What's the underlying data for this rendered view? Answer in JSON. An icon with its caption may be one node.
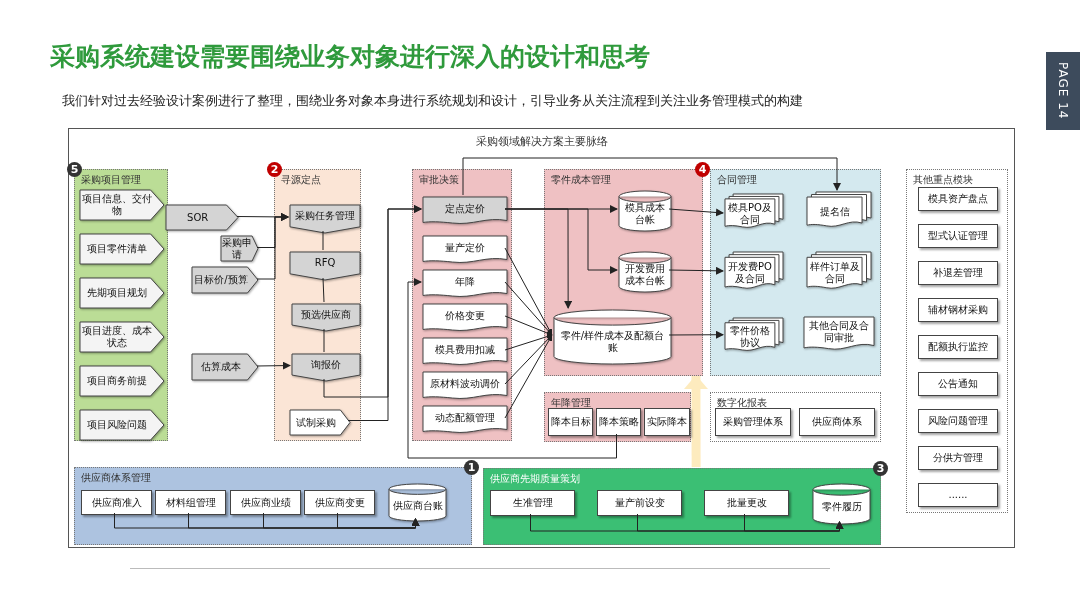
{
  "diagram": {
    "title": "采购系统建设需要围绕业务对象进行深入的设计和思考",
    "nodes": [
      {
        "text": [
          "采购领域解决方案主要脉络"
        ]
      },
      {
        "text": [
          "采购项目管理"
        ],
        "in": 0,
        "beside": [
          "5"
        ]
      },
      {
        "text": [
          "项目信息、交付物"
        ],
        "in": 1
      },
      {
        "text": [
          "项目零件清单"
        ],
        "in": 1
      },
      {
        "text": [
          "先期项目规划"
        ],
        "in": 1
      },
      {
        "text": [
          "项目进度、成本状态"
        ],
        "in": 1
      },
      {
        "text": [
          "项目商务前提"
        ],
        "in": 1
      },
      {
        "text": [
          "项目风险问题"
        ],
        "in": 1
      },
      {
        "text": [
          "SOR"
        ],
        "in": 0
      },
      {
        "text": [
          "采购申请"
        ],
        "in": 0
      },
      {
        "text": [
          "目标价/预算"
        ],
        "in": 0
      },
      {
        "text": [
          "估算成本"
        ],
        "in": 0
      },
      {
        "text": [
          "寻源定点"
        ],
        "in": 0,
        "beside": [
          "2"
        ]
      },
      {
        "text": [
          "采购任务管理"
        ],
        "in": 12
      },
      {
        "text": [
          "RFQ"
        ],
        "in": 12
      },
      {
        "text": [
          "预选供应商"
        ],
        "in": 12
      },
      {
        "text": [
          "询报价"
        ],
        "in": 12
      },
      {
        "text": [
          "试制采购"
        ],
        "in": 12
      },
      {
        "text": [
          "审批决策"
        ],
        "in": 0
      },
      {
        "text": [
          "定点定价"
        ],
        "in": 18
      },
      {
        "text": [
          "量产定价"
        ],
        "in": 18
      },
      {
        "text": [
          "年降"
        ],
        "in": 18
      },
      {
        "text": [
          "价格变更"
        ],
        "in": 18
      },
      {
        "text": [
          "模具费用扣减"
        ],
        "in": 18
      },
      {
        "text": [
          "原材料波动调价"
        ],
        "in": 18
      },
      {
        "text": [
          "动态配额管理"
        ],
        "in": 18
      },
      {
        "text": [
          "零件成本管理"
        ],
        "in": 0,
        "beside": [
          "4"
        ]
      },
      {
        "text": [
          "模具成本台帐"
        ],
        "in": 26
      },
      {
        "text": [
          "开发费用成本台帐"
        ],
        "in": 26
      },
      {
        "text": [
          "零件/样件成本及配额台账"
        ],
        "in": 26
      },
      {
        "text": [
          "年降管理"
        ],
        "in": 0
      },
      {
        "text": [
          "降本目标"
        ],
        "in": 30
      },
      {
        "text": [
          "降本策略"
        ],
        "in": 30
      },
      {
        "text": [
          "实际降本"
        ],
        "in": 30
      },
      {
        "text": [
          "合同管理"
        ],
        "in": 0
      },
      {
        "text": [
          "模具PO及合同"
        ],
        "in": 34
      },
      {
        "text": [
          "提名信"
        ],
        "in": 34
      },
      {
        "text": [
          "开发费PO及合同"
        ],
        "in": 34
      },
      {
        "text": [
          "样件订单及合同"
        ],
        "in": 34
      },
      {
        "text": [
          "零件价格协议"
        ],
        "in": 34
      },
      {
        "text": [
          "其他合同及合同审批"
        ],
        "in": 34
      },
      {
        "text": [
          "数字化报表"
        ],
        "in": 0
      },
      {
        "text": [
          "采购管理体系"
        ],
        "in": 41
      },
      {
        "text": [
          "供应商体系"
        ],
        "in": 41
      },
      {
        "text": [
          "其他重点模块"
        ],
        "in": 0
      },
      {
        "text": [
          "模具资产盘点"
        ],
        "in": 44
      },
      {
        "text": [
          "型式认证管理"
        ],
        "in": 44
      },
      {
        "text": [
          "补退差管理"
        ],
        "in": 44
      },
      {
        "text": [
          "辅材钢材采购"
        ],
        "in": 44
      },
      {
        "text": [
          "配额执行监控"
        ],
        "in": 44
      },
      {
        "text": [
          "公告通知"
        ],
        "in": 44
      },
      {
        "text": [
          "风险问题管理"
        ],
        "in": 44
      },
      {
        "text": [
          "分供方管理"
        ],
        "in": 44
      },
      {
        "text": [
          "......"
        ],
        "in": 44
      },
      {
        "text": [
          "供应商体系管理"
        ],
        "in": 0,
        "beside": [
          "1"
        ]
      },
      {
        "text": [
          "供应商准入"
        ],
        "in": 54
      },
      {
        "text": [
          "材料组管理"
        ],
        "in": 54
      },
      {
        "text": [
          "供应商业绩"
        ],
        "in": 54
      },
      {
        "text": [
          "供应商变更"
        ],
        "in": 54
      },
      {
        "text": [
          "供应商台账"
        ],
        "in": 54
      },
      {
        "text": [
          "供应商先期质量策划"
        ],
        "in": 0,
        "beside": [
          "3"
        ]
      },
      {
        "text": [
          "生准管理"
        ],
        "in": 60
      },
      {
        "text": [
          "量产前设变"
        ],
        "in": 60
      },
      {
        "text": [
          "批量更改"
        ],
        "in": 60
      },
      {
        "text": [
          "零件履历"
        ],
        "in": 60
      }
    ],
    "edges": [
      {
        "from": 8,
        "to": 13,
        "arrow": "to"
      },
      {
        "from": 9,
        "to": 13,
        "arrow": "to"
      },
      {
        "from": 10,
        "to": 13,
        "arrow": "to"
      },
      {
        "from": 11,
        "to": 16,
        "arrow": "to"
      },
      {
        "from": 13,
        "to": 14,
        "arrow": "none"
      },
      {
        "from": 14,
        "to": 15,
        "arrow": "none"
      },
      {
        "from": 15,
        "to": 16,
        "arrow": "none"
      },
      {
        "from": 16,
        "to": 19,
        "arrow": "to"
      },
      {
        "from": 17,
        "to": 19,
        "arrow": "to"
      },
      {
        "from": 19,
        "to": 36,
        "arrow": "to"
      },
      {
        "from": 19,
        "to": 27,
        "arrow": "to"
      },
      {
        "from": 19,
        "to": 28,
        "arrow": "to"
      },
      {
        "from": 19,
        "to": 29,
        "arrow": "to"
      },
      {
        "from": 20,
        "to": 29,
        "arrow": "other"
      },
      {
        "from": 21,
        "to": 29,
        "arrow": "other"
      },
      {
        "from": 22,
        "to": 29,
        "arrow": "other"
      },
      {
        "from": 23,
        "to": 29,
        "arrow": "other"
      },
      {
        "from": 24,
        "to": 29,
        "arrow": "other"
      },
      {
        "from": 25,
        "to": 29,
        "arrow": "other"
      },
      {
        "from": 27,
        "to": 35,
        "arrow": "to"
      },
      {
        "from": 28,
        "to": 37,
        "arrow": "to"
      },
      {
        "from": 29,
        "to": 39,
        "arrow": "to"
      },
      {
        "from": 32,
        "to": 21,
        "arrow": "to"
      },
      {
        "from": 60,
        "to": 26,
        "arrow": "to",
        "style": "thick",
        "color": "#fde9b8"
      },
      {
        "from": 55,
        "to": 59,
        "arrow": "to"
      },
      {
        "from": 56,
        "to": 59,
        "arrow": "to"
      },
      {
        "from": 57,
        "to": 59,
        "arrow": "to"
      },
      {
        "from": 58,
        "to": 59,
        "arrow": "to"
      },
      {
        "from": 61,
        "to": 64,
        "arrow": "to"
      },
      {
        "from": 62,
        "to": 64,
        "arrow": "to"
      },
      {
        "from": 63,
        "to": 64,
        "arrow": "to"
      }
    ],
    "labels": [
      "我们针对过去经验设计案例进行了整理，围绕业务对象本身进行系统规划和设计，引导业务从关注流程到关注业务管理模式的构建",
      "PAGE 14"
    ]
  }
}
